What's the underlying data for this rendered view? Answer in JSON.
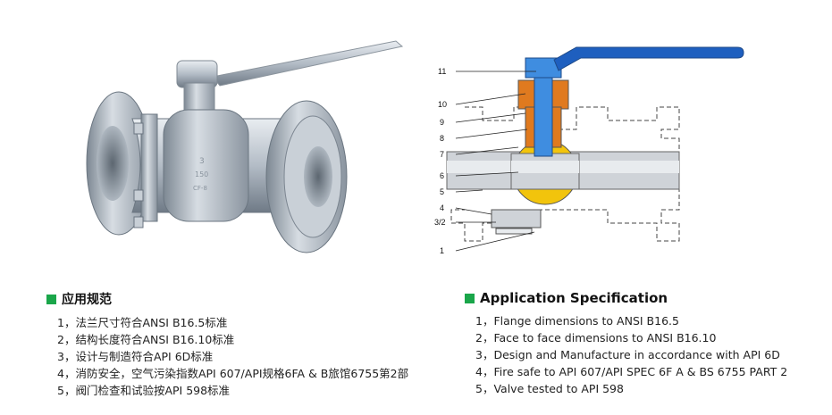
{
  "diagram": {
    "callouts": [
      "11",
      "10",
      "9",
      "8",
      "7",
      "6",
      "5",
      "4",
      "3/2",
      "1"
    ]
  },
  "zh_spec": {
    "title": "应用规范",
    "items": [
      "1，法兰尺寸符合ANSI B16.5标准",
      "2，结构长度符合ANSI B16.10标准",
      "3，设计与制造符合API 6D标准",
      "4，消防安全，空气污染指数API 607/API规格6FA & B旅馆6755第2部",
      "5，阀门检查和试验按API  598标准"
    ]
  },
  "en_spec": {
    "title": "Application Specification",
    "items": [
      "1，Flange dimensions to ANSI B16.5",
      "2，Face to face dimensions to ANSI B16.10",
      "3，Design and Manufacture in accordance with API 6D",
      "4，Fire safe to API 607/API SPEC 6F A & BS 6755 PART 2",
      "5，Valve tested to API 598"
    ]
  },
  "colors": {
    "accent_square": "#1aa64a",
    "handle_blue": "#1e5fbf",
    "packing_orange": "#e07a1f",
    "ball_yellow": "#f2c40c"
  }
}
